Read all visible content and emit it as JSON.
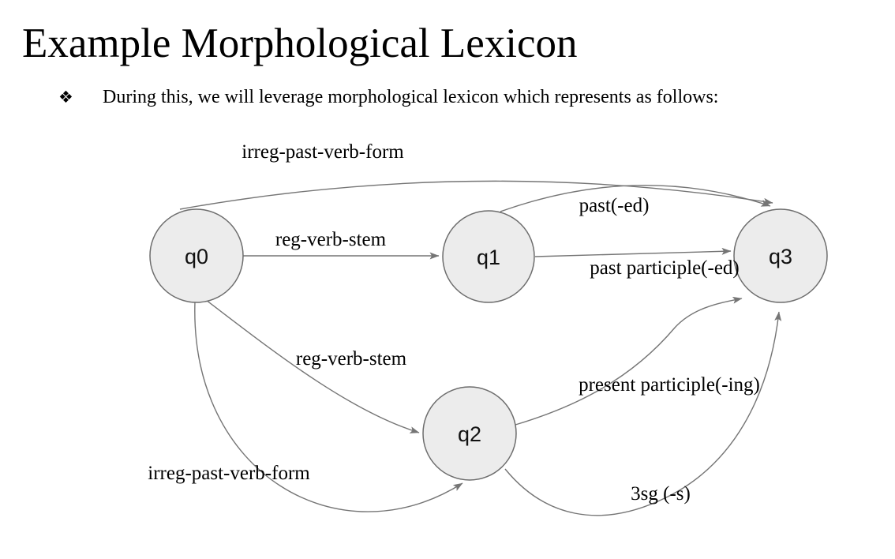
{
  "slide": {
    "title": "Example Morphological Lexicon",
    "bullet": {
      "marker": "❖",
      "text": "During this, we will leverage morphological lexicon which represents as follows:"
    }
  },
  "diagram": {
    "type": "finite-state-automaton",
    "nodes": [
      {
        "id": "q0",
        "label": "q0"
      },
      {
        "id": "q1",
        "label": "q1"
      },
      {
        "id": "q2",
        "label": "q2"
      },
      {
        "id": "q3",
        "label": "q3"
      }
    ],
    "edges": [
      {
        "id": "q0-q1",
        "from": "q0",
        "to": "q1",
        "label": "reg-verb-stem"
      },
      {
        "id": "q0-q3-top",
        "from": "q0",
        "to": "q3",
        "label": "irreg-past-verb-form"
      },
      {
        "id": "q1-q3-past",
        "from": "q1",
        "to": "q3",
        "label": "past(-ed)"
      },
      {
        "id": "q1-q3-pastpart",
        "from": "q1",
        "to": "q3",
        "label": "past participle(-ed)"
      },
      {
        "id": "q0-q2-reg",
        "from": "q0",
        "to": "q2",
        "label": "reg-verb-stem"
      },
      {
        "id": "q0-q2-irreg",
        "from": "q0",
        "to": "q2",
        "label": "irreg-past-verb-form"
      },
      {
        "id": "q2-q3-prespart",
        "from": "q2",
        "to": "q3",
        "label": "present participle(-ing)"
      },
      {
        "id": "q2-q3-3sg",
        "from": "q2",
        "to": "q3",
        "label": "3sg (-s)"
      }
    ],
    "colors": {
      "node_fill": "#ececec",
      "node_stroke": "#6d6d6d",
      "edge_stroke": "#757575",
      "label_color": "#000000"
    }
  }
}
